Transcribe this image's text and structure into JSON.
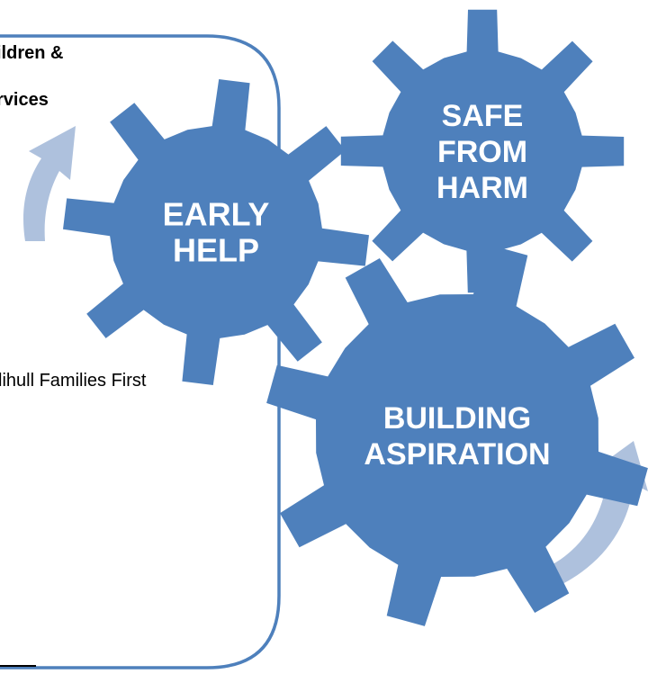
{
  "panel": {
    "heading_line1": "ildren &",
    "heading_line2": "rvices",
    "body_text": "lihull Families First"
  },
  "gears": [
    {
      "name": "early-help",
      "lines": [
        "EARLY",
        "HELP"
      ]
    },
    {
      "name": "safe-from-harm",
      "lines": [
        "SAFE",
        "FROM",
        "HARM"
      ]
    },
    {
      "name": "building-aspiration",
      "lines": [
        "BUILDING",
        "ASPIRATION"
      ]
    }
  ],
  "colors": {
    "gear": "#4E80BC",
    "panel_border": "#4E80BC",
    "arrow": "#AEC1DD",
    "gear_text": "#FFFFFF"
  }
}
